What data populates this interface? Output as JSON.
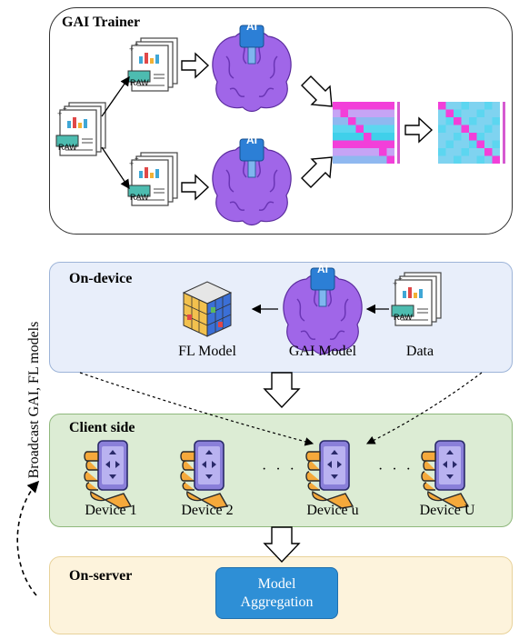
{
  "gai_trainer": {
    "title": "GAI Trainer"
  },
  "on_device": {
    "title": "On-device",
    "fl_model_label": "FL Model",
    "gai_model_label": "GAI Model",
    "data_label": "Data"
  },
  "client_side": {
    "title": "Client side",
    "devices": [
      "Device 1",
      "Device 2",
      "Device u",
      "Device U"
    ],
    "ellipsis": "· · ·"
  },
  "on_server": {
    "title": "On-server",
    "aggregation_line1": "Model",
    "aggregation_line2": "Aggregation"
  },
  "side_label": "Broadcast GAI, FL models",
  "icons": {
    "ai_chip_text": "AI",
    "raw_text": "RAW"
  },
  "colors": {
    "gai_panel_bg": "#ffffff",
    "on_device_bg": "#e8eefa",
    "client_bg": "#dcecd4",
    "server_bg": "#fdf3dc",
    "brain": "#9b5de5",
    "aggregation": "#2e8fd6"
  }
}
